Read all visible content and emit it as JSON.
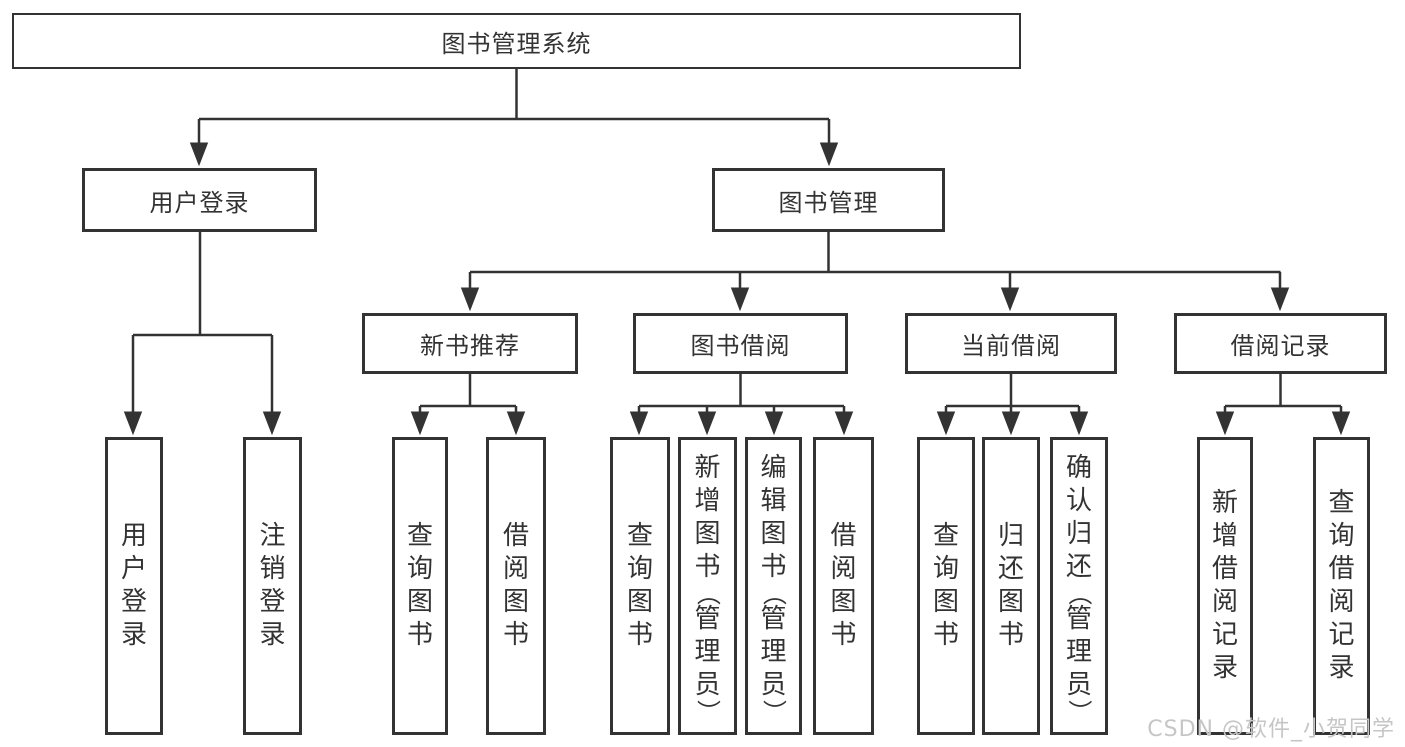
{
  "diagram": {
    "root": "图书管理系统",
    "branches": [
      {
        "label": "用户登录",
        "children": [
          "用户登录",
          "注销登录"
        ]
      },
      {
        "label": "图书管理",
        "modules": [
          {
            "label": "新书推荐",
            "children": [
              "查询图书",
              "借阅图书"
            ]
          },
          {
            "label": "图书借阅",
            "children": [
              "查询图书",
              "新增图书（管理员）",
              "编辑图书（管理员）",
              "借阅图书"
            ]
          },
          {
            "label": "当前借阅",
            "children": [
              "查询图书",
              "归还图书",
              "确认归还（管理员）"
            ]
          },
          {
            "label": "借阅记录",
            "children": [
              "新增借阅记录",
              "查询借阅记录"
            ]
          }
        ]
      }
    ]
  },
  "watermark": "CSDN @软件_小贺同学",
  "colors": {
    "line": "#333333",
    "text": "#333333",
    "box_background": "#ffffff",
    "watermark": "#c6c6c6",
    "background": "#ffffff"
  }
}
